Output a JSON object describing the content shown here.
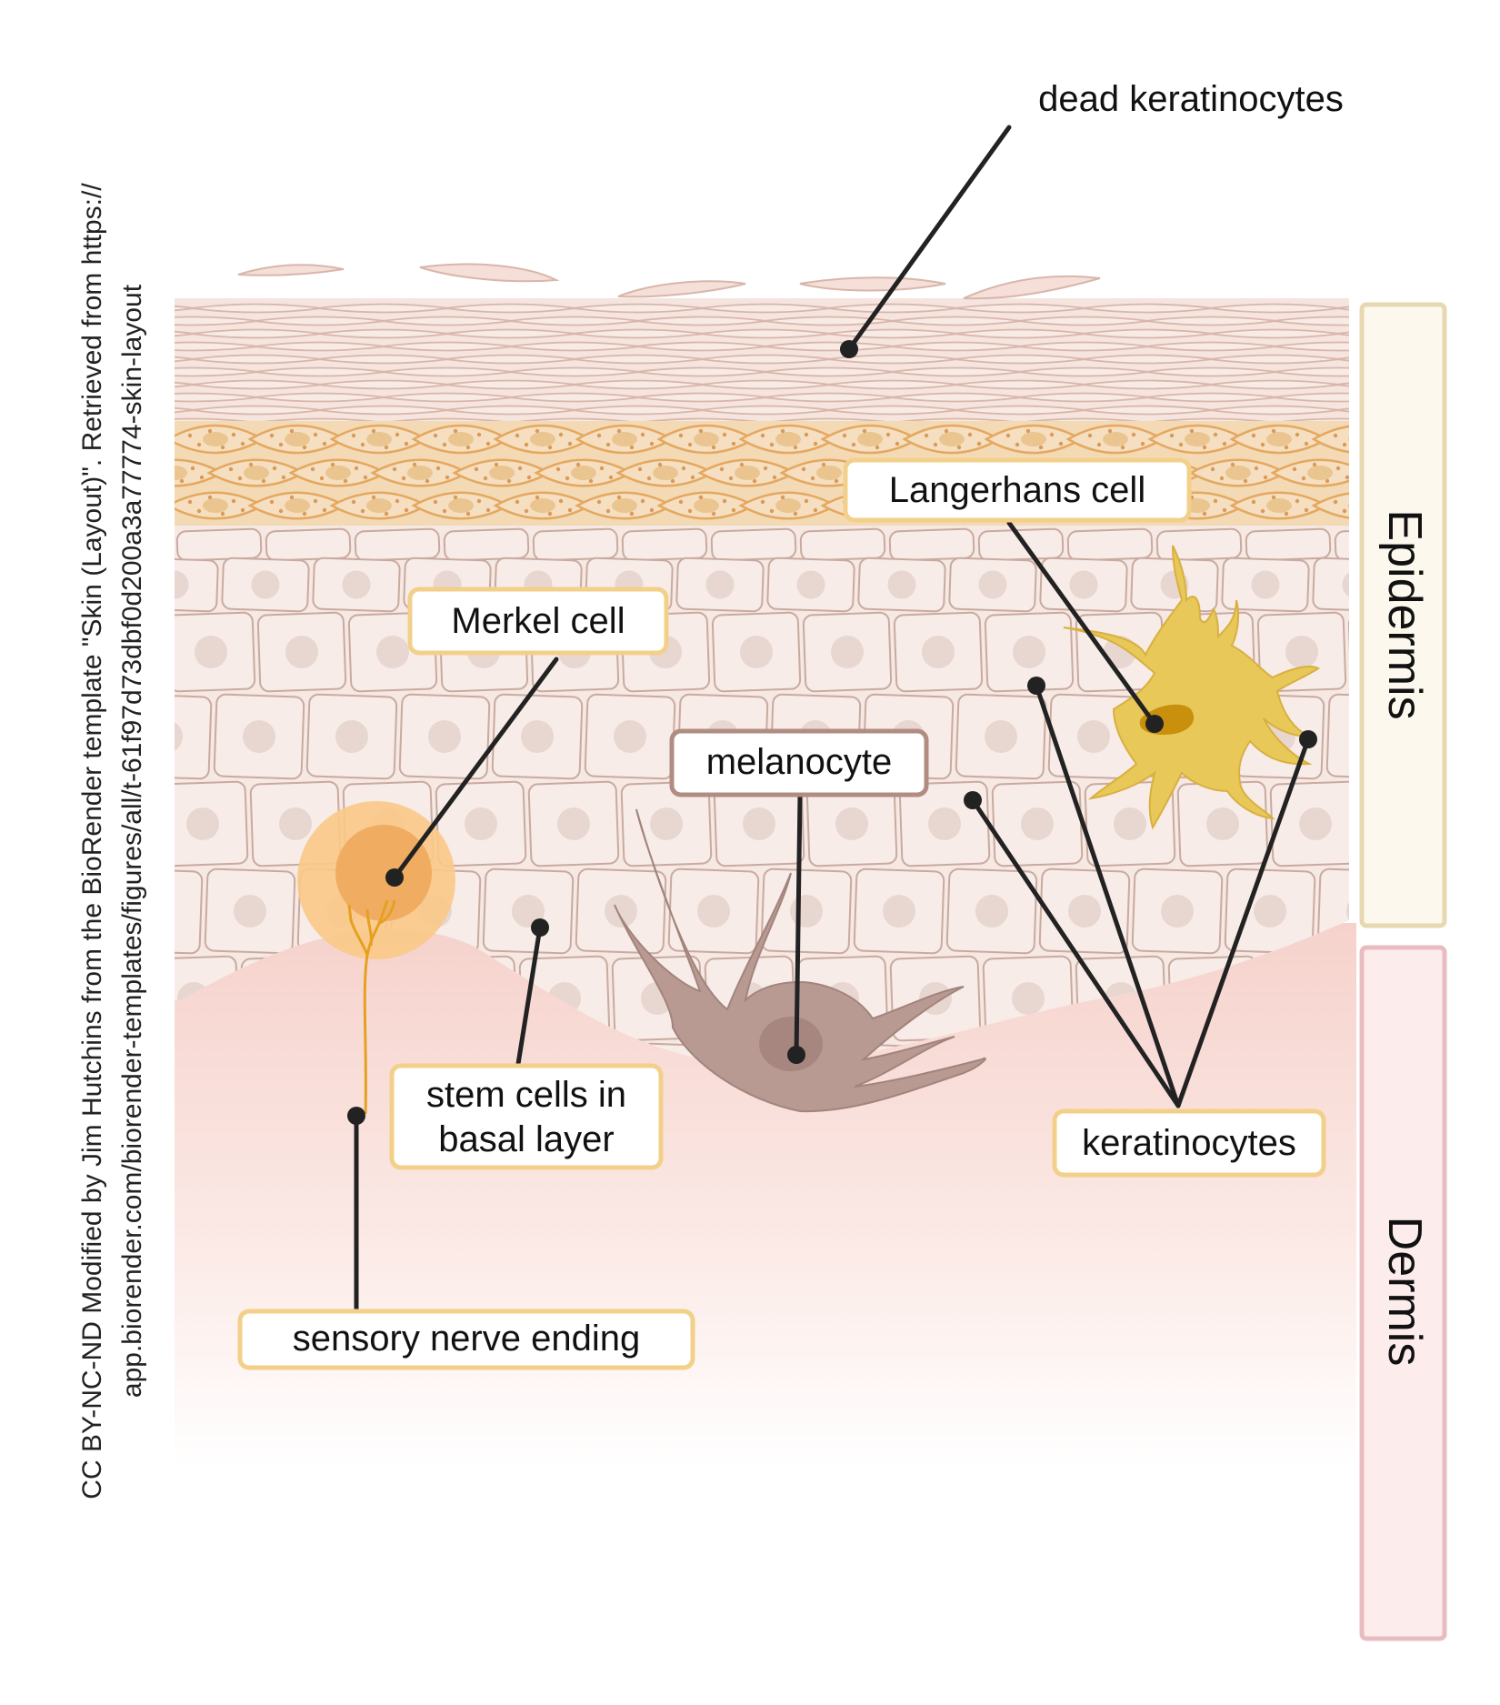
{
  "credit": {
    "line1": "CC BY-NC-ND Modified by Jim Hutchins from the BioRender template \"Skin (Layout)\". Retrieved from https://",
    "line2": "app.biorender.com/biorender-templates/figures/all/t-61f97d73dbf0d200a3a77774-skin-layout"
  },
  "layers": {
    "epidermis": "Epidermis",
    "dermis": "Dermis"
  },
  "labels": {
    "dead_keratinocytes": "dead keratinocytes",
    "langerhans": "Langerhans cell",
    "merkel": "Merkel cell",
    "melanocyte": "melanocyte",
    "stem_cells_line1": "stem cells in",
    "stem_cells_line2": "basal layer",
    "keratinocytes": "keratinocytes",
    "sensory_nerve": "sensory nerve ending"
  },
  "colors": {
    "dead_layer": "#f6e4de",
    "granular_layer": "#f3d9b4",
    "spinous_cell": "#f7ece8",
    "cell_border": "#c9aaa0",
    "dermis_top": "#f6d2cc",
    "epidermis_bar": "#fcf8ee",
    "dermis_bar": "#fcecec",
    "label_border": "#f3d08a",
    "melanocyte_border": "#b08c82",
    "langerhans_cell": "#e8c858",
    "merkel_cell": "#f2b868",
    "melanocyte_cell": "#b89a92",
    "nerve": "#e6a020"
  }
}
